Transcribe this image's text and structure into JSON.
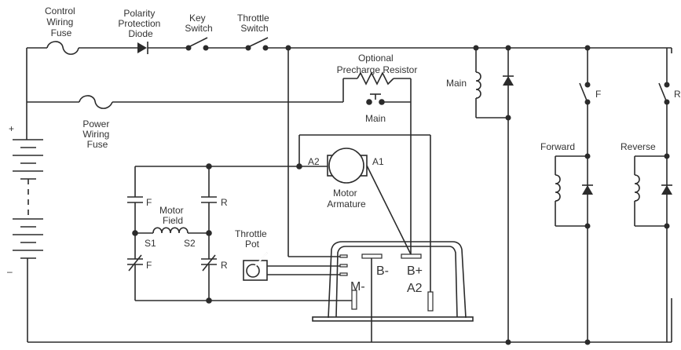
{
  "diagram": {
    "type": "electric-vehicle-motor-controller-wiring-schematic",
    "labels": {
      "control_wiring_fuse": [
        "Control",
        "Wiring",
        "Fuse"
      ],
      "polarity_protection_diode": [
        "Polarity",
        "Protection",
        "Diode"
      ],
      "key_switch": [
        "Key",
        "Switch"
      ],
      "throttle_switch": [
        "Throttle",
        "Switch"
      ],
      "power_wiring_fuse": [
        "Power",
        "Wiring",
        "Fuse"
      ],
      "optional_precharge_resistor": [
        "Optional",
        "Precharge Resistor"
      ],
      "main_contact": "Main",
      "main_coil": "Main",
      "battery_plus": "+",
      "battery_minus": "–",
      "motor_armature": [
        "Motor",
        "Armature"
      ],
      "armature_a2": "A2",
      "armature_a1": "A1",
      "motor_field": [
        "Motor",
        "Field"
      ],
      "field_s1": "S1",
      "field_s2": "S2",
      "contact_f_top": "F",
      "contact_r_top": "R",
      "contact_f_bottom": "F",
      "contact_r_bottom": "R",
      "throttle_pot": [
        "Throttle",
        "Pot"
      ],
      "controller_b_minus": "B-",
      "controller_b_plus": "B+",
      "controller_m_minus": "M-",
      "controller_a2": "A2",
      "forward_switch": "F",
      "reverse_switch": "R",
      "forward_coil": "Forward",
      "reverse_coil": "Reverse"
    },
    "components": [
      {
        "id": "battery",
        "kind": "battery-pack"
      },
      {
        "id": "control-wiring-fuse",
        "kind": "fuse"
      },
      {
        "id": "polarity-protection-diode",
        "kind": "diode"
      },
      {
        "id": "key-switch",
        "kind": "switch-open"
      },
      {
        "id": "throttle-switch",
        "kind": "switch-open"
      },
      {
        "id": "power-wiring-fuse",
        "kind": "fuse"
      },
      {
        "id": "precharge-resistor",
        "kind": "resistor"
      },
      {
        "id": "main-contactor-contact",
        "kind": "contact-no"
      },
      {
        "id": "main-contactor-coil",
        "kind": "coil"
      },
      {
        "id": "motor-armature",
        "kind": "motor"
      },
      {
        "id": "motor-field",
        "kind": "inductor"
      },
      {
        "id": "throttle-pot",
        "kind": "potentiometer"
      },
      {
        "id": "motor-controller",
        "kind": "controller"
      },
      {
        "id": "forward-switch",
        "kind": "switch-open"
      },
      {
        "id": "reverse-switch",
        "kind": "switch-open"
      },
      {
        "id": "forward-coil",
        "kind": "coil"
      },
      {
        "id": "reverse-coil",
        "kind": "coil"
      }
    ]
  }
}
